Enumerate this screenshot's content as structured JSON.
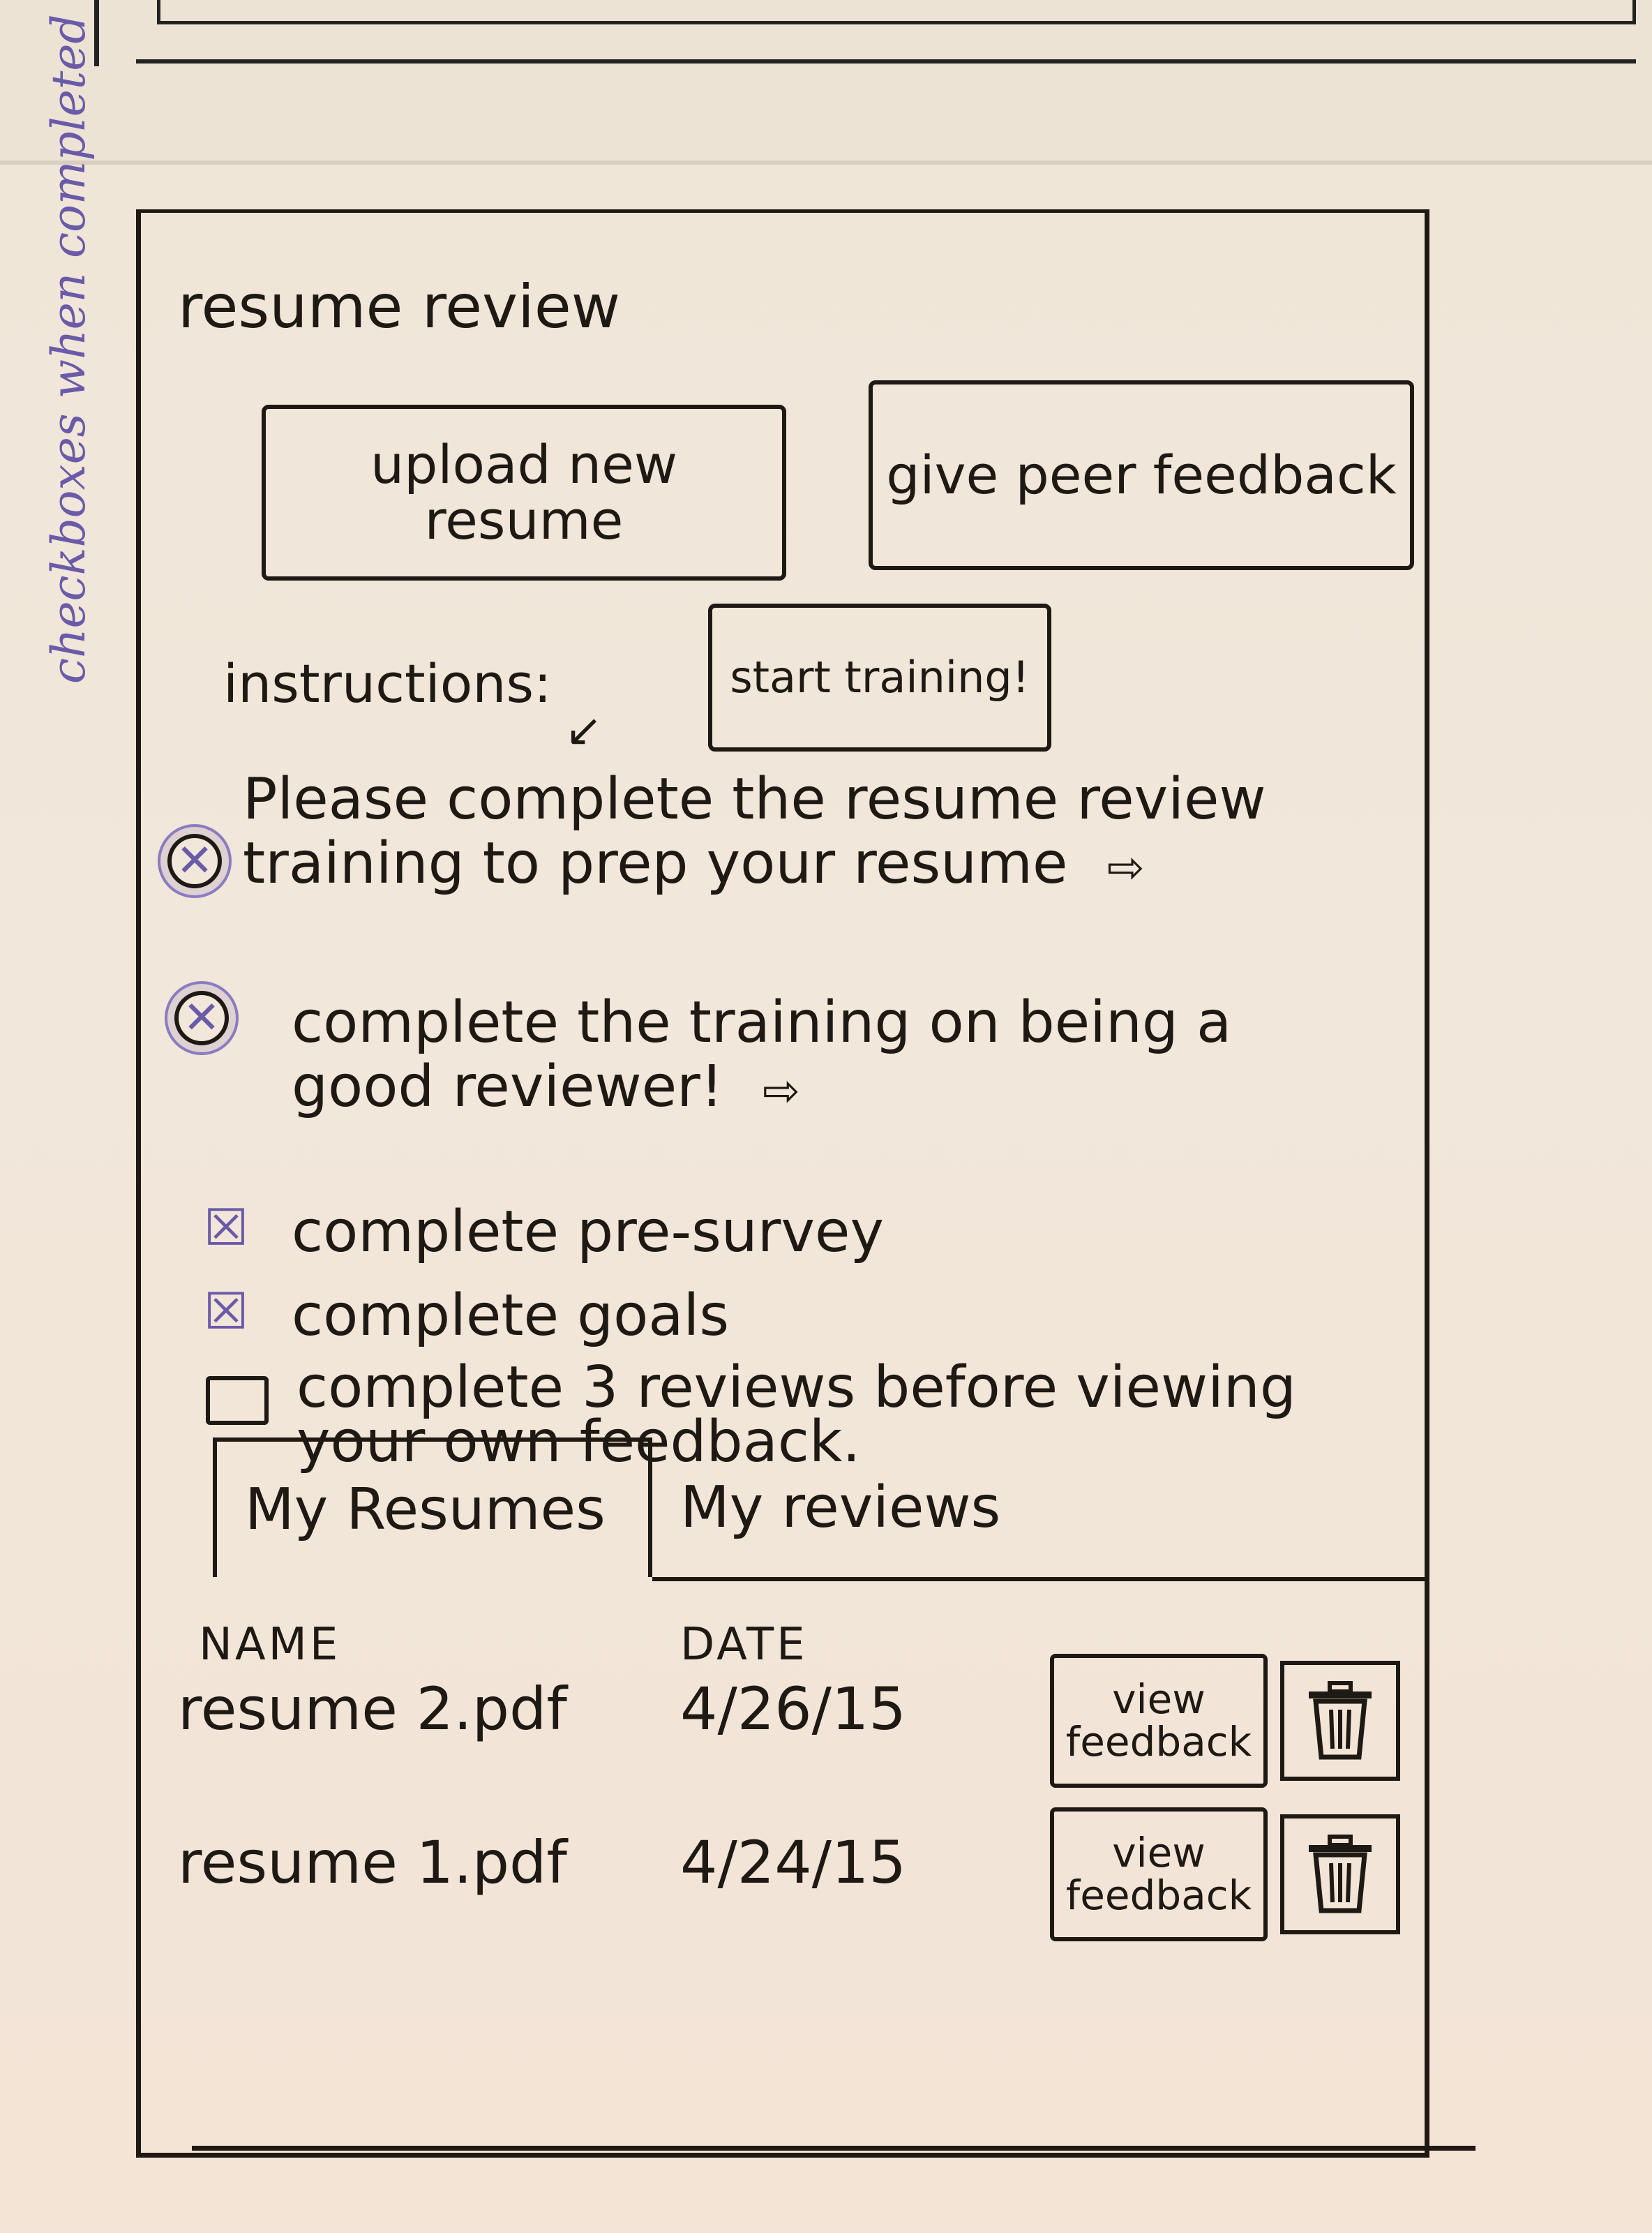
{
  "side_note": "checkboxes when completed",
  "app": {
    "title": "resume review"
  },
  "actions": {
    "upload_label": "upload new resume",
    "peer_feedback_label": "give peer feedback",
    "start_training_label": "start training!"
  },
  "instructions": {
    "label": "instructions:",
    "tasks": [
      {
        "text": "Please complete the resume review training to prep your resume",
        "checked": true,
        "arrow": "⇨"
      },
      {
        "text": "complete the training on being a good reviewer!",
        "checked": true,
        "arrow": "⇨"
      },
      {
        "text": "complete pre-survey",
        "checked": true,
        "arrow": ""
      },
      {
        "text": "complete goals",
        "checked": true,
        "arrow": ""
      },
      {
        "text": "complete 3 reviews before viewing your own feedback.",
        "checked": false,
        "arrow": ""
      }
    ]
  },
  "tabs": [
    {
      "label": "My Resumes",
      "active": true
    },
    {
      "label": "My reviews",
      "active": false
    }
  ],
  "table": {
    "headers": {
      "name": "NAME",
      "date": "DATE"
    },
    "rows": [
      {
        "name": "resume 2.pdf",
        "date": "4/26/15",
        "action": "view feedback"
      },
      {
        "name": "resume 1.pdf",
        "date": "4/24/15",
        "action": "view feedback"
      }
    ]
  },
  "colors": {
    "ink": "#1f1914",
    "annotation": "#6a5aa8",
    "paper": "#f1e7da"
  },
  "icons": {
    "trash": "trash-icon",
    "arrow": "arrow-right-icon",
    "check": "check-x-icon"
  }
}
